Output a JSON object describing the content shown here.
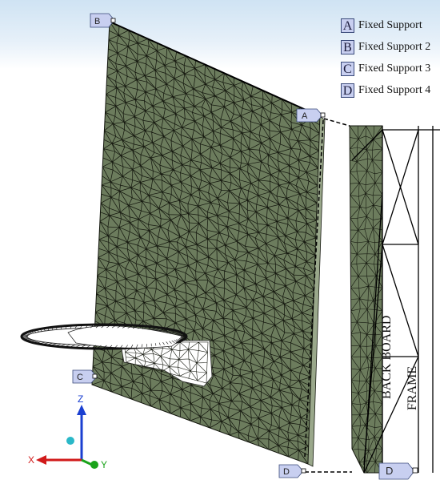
{
  "legend": {
    "items": [
      {
        "letter": "A",
        "label": "Fixed Support"
      },
      {
        "letter": "B",
        "label": "Fixed Support 2"
      },
      {
        "letter": "C",
        "label": "Fixed Support 3"
      },
      {
        "letter": "D",
        "label": "Fixed Support 4"
      }
    ]
  },
  "markers": {
    "a": "A",
    "b": "B",
    "c": "C",
    "d": "D",
    "d_detail": "D"
  },
  "axes": {
    "x": "X",
    "y": "Y",
    "z": "Z"
  },
  "detail": {
    "backboard_label": "BACK BOARD",
    "frame_label": "FRAME"
  },
  "colors": {
    "board_fill": "#6c7c5d",
    "mesh_line": "#15180f",
    "tag_fill": "#c8cff0",
    "x_axis": "#d11a1a",
    "y_axis": "#1aa31a",
    "z_axis": "#1a3fd1"
  }
}
